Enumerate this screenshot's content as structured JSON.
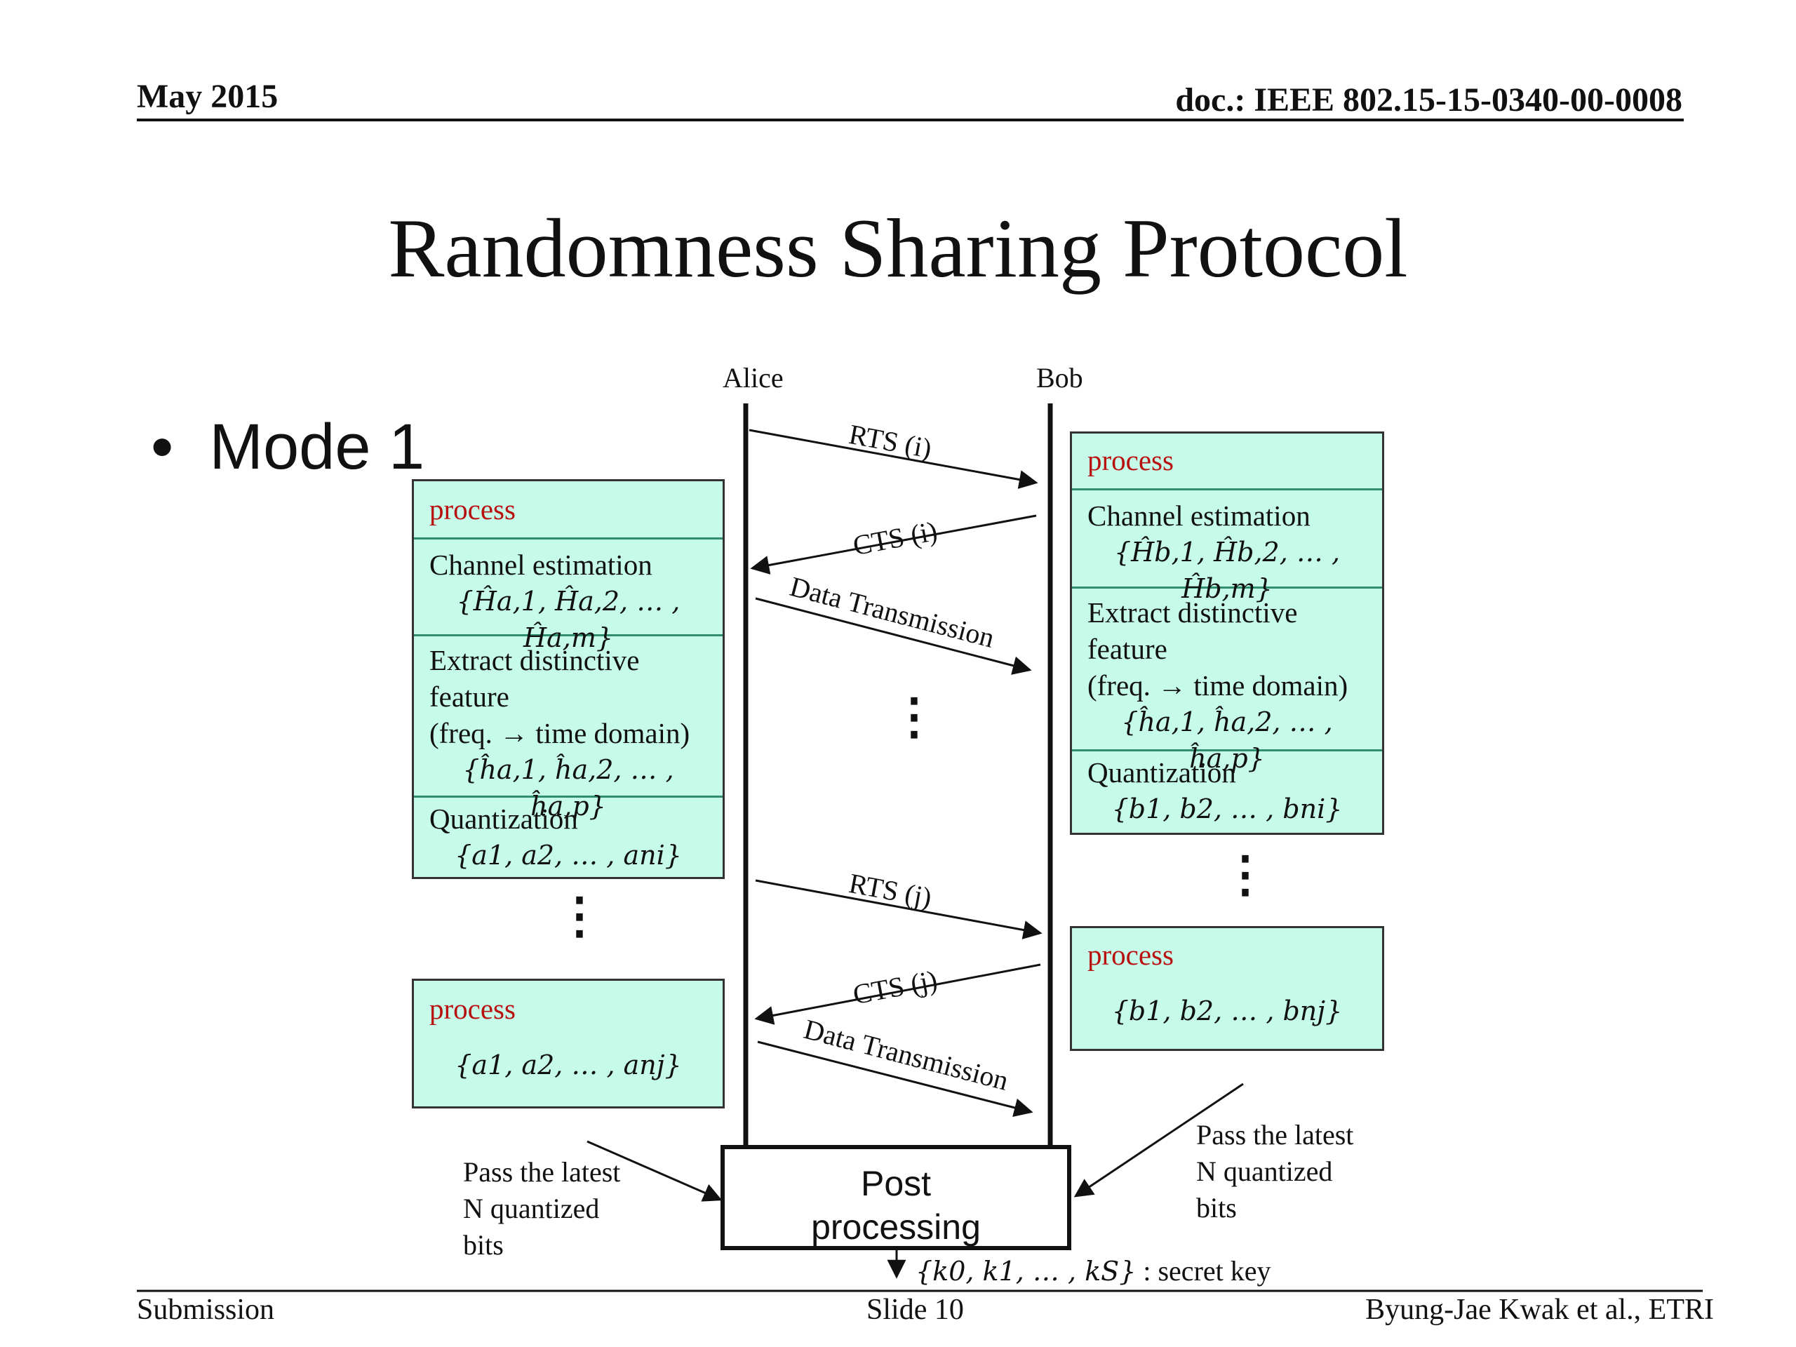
{
  "header": {
    "date": "May 2015",
    "doc": "doc.: IEEE 802.15-15-0340-00-0008"
  },
  "slide_title": "Randomness Sharing Protocol",
  "bullet": "Mode 1",
  "participants": {
    "alice": "Alice",
    "bob": "Bob"
  },
  "messages": {
    "rts_i": "RTS (i)",
    "cts_i": "CTS (i)",
    "data_1": "Data Transmission",
    "rts_j": "RTS (j)",
    "cts_j": "CTS (j)",
    "data_2": "Data Transmission"
  },
  "alice_box": {
    "process": "process",
    "channel_estimation": "Channel estimation",
    "channel_set": "{Ĥa,1, Ĥa,2, … , Ĥa,m}",
    "extract_1": "Extract distinctive",
    "extract_2": "feature",
    "extract_3": "(freq. → time domain)",
    "feature_set": "{ĥa,1, ĥa,2, … , ĥa,p}",
    "quantization": "Quantization",
    "quant_set": "{a1, a2, … , ani}"
  },
  "alice_box2": {
    "process": "process",
    "set": "{a1, a2, … , anj}"
  },
  "bob_box": {
    "process": "process",
    "channel_estimation": "Channel estimation",
    "channel_set": "{Ĥb,1, Ĥb,2, … , Ĥb,m}",
    "extract_1": "Extract distinctive",
    "extract_2": "feature",
    "extract_3": "(freq. → time domain)",
    "feature_set": "{ĥa,1, ĥa,2, … , ĥa,p}",
    "quantization": "Quantization",
    "quant_set": "{b1, b2, … , bni}"
  },
  "bob_box2": {
    "process": "process",
    "set": "{b1, b2, … , bnj}"
  },
  "pass_left": {
    "line1": "Pass the latest",
    "line2": "N quantized",
    "line3": "bits"
  },
  "pass_right": {
    "line1": "Pass the latest",
    "line2": "N quantized",
    "line3": "bits"
  },
  "post": {
    "line1": "Post",
    "line2": "processing"
  },
  "secret_key": {
    "set": "{k0, k1, … , kS}",
    "label": ": secret key"
  },
  "footer": {
    "left": "Submission",
    "center": "Slide 10",
    "right": "Byung-Jae Kwak et al., ETRI"
  }
}
